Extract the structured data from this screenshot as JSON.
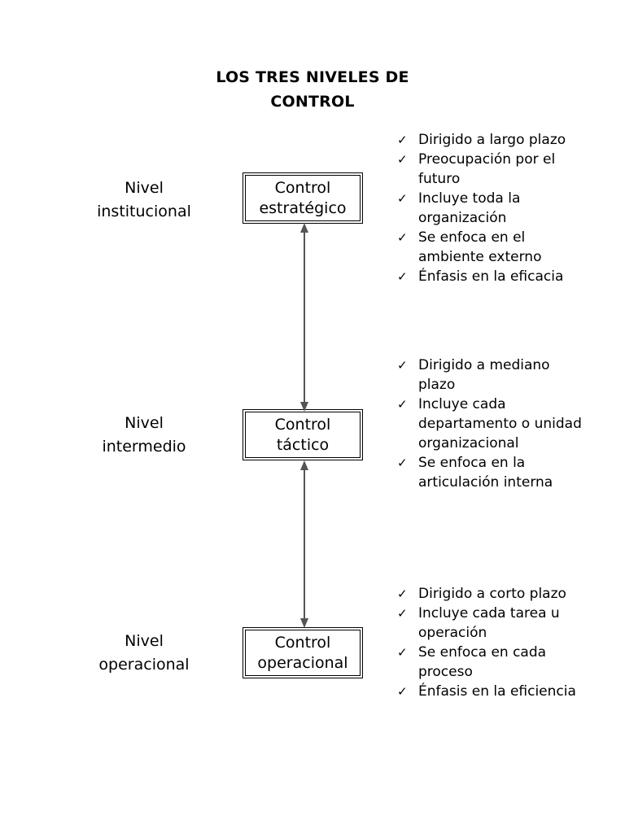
{
  "title": {
    "line1": "LOS TRES NIVELES DE",
    "line2": "CONTROL"
  },
  "colors": {
    "text": "#000000",
    "box_border": "#000000",
    "arrow": "#555555",
    "background": "#ffffff"
  },
  "levels": [
    {
      "label_line1": "Nivel",
      "label_line2": "institucional",
      "box_line1": "Control",
      "box_line2": "estratégico",
      "bullets": [
        "Dirigido a largo plazo",
        "Preocupación por el futuro",
        "Incluye toda la organización",
        "Se enfoca en el ambiente externo",
        "Énfasis en la eficacia"
      ]
    },
    {
      "label_line1": "Nivel",
      "label_line2": "intermedio",
      "box_line1": "Control",
      "box_line2": "táctico",
      "bullets": [
        "Dirigido a mediano plazo",
        "Incluye cada departamento o unidad organizacional",
        "Se enfoca en la articulación interna"
      ]
    },
    {
      "label_line1": "Nivel",
      "label_line2": "operacional",
      "box_line1": "Control",
      "box_line2": "operacional",
      "bullets": [
        "Dirigido a corto plazo",
        "Incluye cada tarea u operación",
        "Se enfoca en cada proceso",
        "Énfasis en la eficiencia"
      ]
    }
  ],
  "bullet_marker": "✓",
  "connectors": [
    {
      "from": "Control estratégico",
      "to": "Control táctico",
      "style": "double-headed-vertical-arrow"
    },
    {
      "from": "Control táctico",
      "to": "Control operacional",
      "style": "double-headed-vertical-arrow"
    }
  ]
}
